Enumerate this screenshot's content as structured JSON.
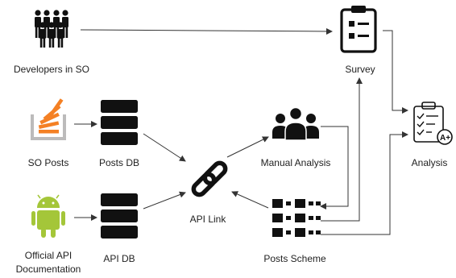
{
  "nodes": {
    "developers": "Developers in SO",
    "survey": "Survey",
    "so_posts": "SO Posts",
    "posts_db": "Posts DB",
    "manual_analysis": "Manual Analysis",
    "analysis": "Analysis",
    "official_api_line1": "Official API",
    "official_api_line2": "Documentation",
    "api_db": "API DB",
    "api_link": "API Link",
    "posts_scheme": "Posts Scheme"
  },
  "icons": {
    "developers": "group-of-people-icon",
    "survey": "clipboard-survey-icon",
    "so_posts": "stackoverflow-logo-icon",
    "posts_db": "database-server-icon",
    "manual_analysis": "team-people-icon",
    "analysis": "graded-checklist-icon",
    "official_api": "android-robot-icon",
    "api_db": "database-server-icon",
    "api_link": "chain-link-icon",
    "posts_scheme": "tree-scheme-icon"
  },
  "colors": {
    "icon": "#111111",
    "line": "#333333",
    "stackoverflow_orange": "#f48024",
    "stackoverflow_gray": "#bcbbbb",
    "android_green": "#a4c639"
  }
}
